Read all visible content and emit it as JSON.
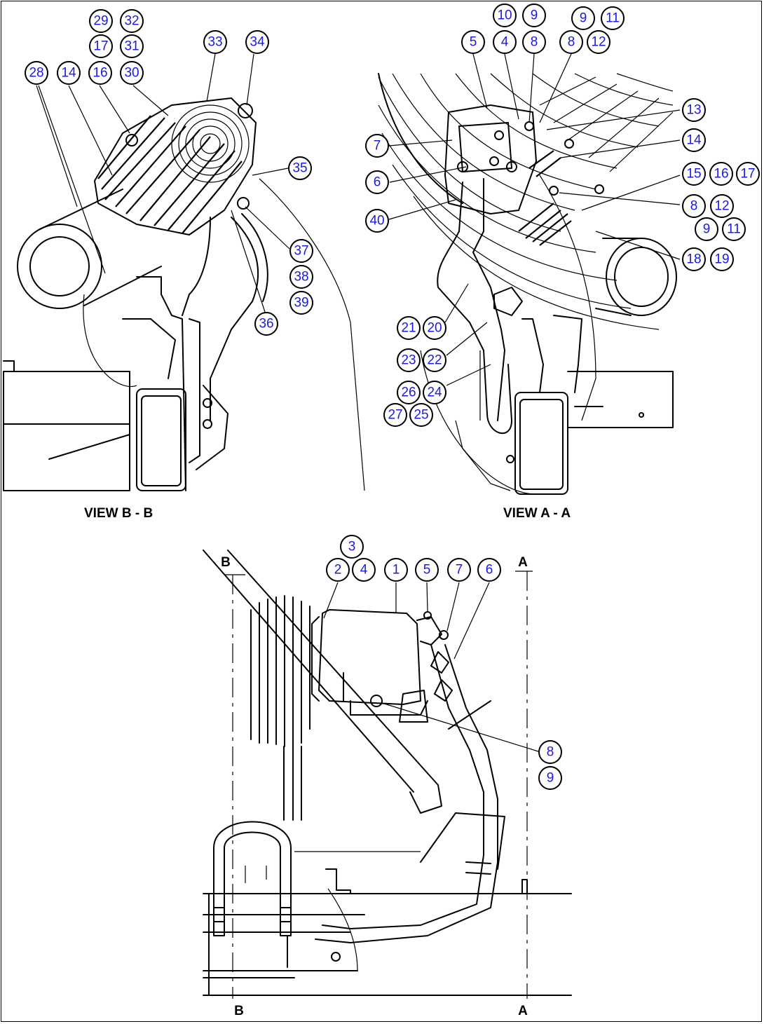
{
  "views": {
    "view_b_label": "VIEW B - B",
    "view_a_label": "VIEW A - A"
  },
  "section_marks": {
    "b_top": "B",
    "a_top": "A",
    "b_bottom": "B",
    "a_bottom": "A"
  },
  "callouts": {
    "view_b": [
      "29",
      "32",
      "17",
      "31",
      "28",
      "14",
      "16",
      "30",
      "33",
      "34",
      "35",
      "37",
      "38",
      "39",
      "36"
    ],
    "view_a": [
      "10",
      "9",
      "9",
      "11",
      "5",
      "4",
      "8",
      "8",
      "12",
      "13",
      "7",
      "14",
      "15",
      "16",
      "17",
      "6",
      "8",
      "12",
      "40",
      "9",
      "11",
      "18",
      "19",
      "21",
      "20",
      "23",
      "22",
      "26",
      "24",
      "27",
      "25"
    ],
    "main": [
      "3",
      "2",
      "4",
      "1",
      "5",
      "7",
      "6",
      "8",
      "9"
    ]
  },
  "colors": {
    "callout_text": "#1a1ae6",
    "line": "#000000",
    "background": "#ffffff"
  }
}
